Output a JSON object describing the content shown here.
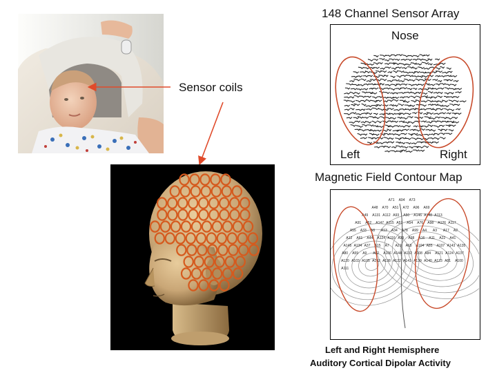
{
  "labels": {
    "sensor_coils": "Sensor coils",
    "array_title": "148 Channel Sensor Array",
    "nose": "Nose",
    "left": "Left",
    "right": "Right",
    "contour_title": "Magnetic Field Contour Map",
    "caption_line1": "Left and Right Hemisphere",
    "caption_line2": "Auditory Cortical Dipolar Activity"
  },
  "channels": [
    "A71",
    "A94",
    "A73",
    "A48",
    "A70",
    "A51",
    "A72",
    "A96",
    "A69",
    "A49",
    "A131",
    "A112",
    "A93",
    "A50",
    "A146",
    "A148",
    "A113",
    "A91",
    "A52",
    "A147",
    "A115",
    "A57",
    "A54",
    "A76",
    "A98",
    "A126",
    "A117",
    "A55",
    "A33",
    "A8",
    "A13",
    "A34",
    "A78",
    "A99",
    "A4",
    "A3",
    "A17",
    "A2",
    "A12",
    "A61",
    "A44",
    "A124",
    "A116",
    "A39",
    "A38",
    "A16",
    "A11",
    "A22",
    "A41",
    "A145",
    "A134",
    "A37",
    "A15",
    "A7",
    "A21",
    "A65",
    "A104",
    "A85",
    "A107",
    "A143",
    "A135",
    "A80",
    "A59",
    "A9",
    "A62",
    "A106",
    "A144",
    "A132",
    "A108",
    "A84",
    "A121",
    "A124",
    "A137",
    "A120",
    "A103",
    "A105",
    "A142",
    "A138",
    "A122",
    "A141",
    "A139",
    "A140",
    "A123",
    "A81",
    "A100",
    "A111"
  ],
  "colors": {
    "arrow": "#e04a2a",
    "ellipse": "#c84a2a",
    "coil": "#d55a1e",
    "head": "#c9a676",
    "head_shade": "#8a6a3f",
    "panel_bg": "#000000"
  }
}
